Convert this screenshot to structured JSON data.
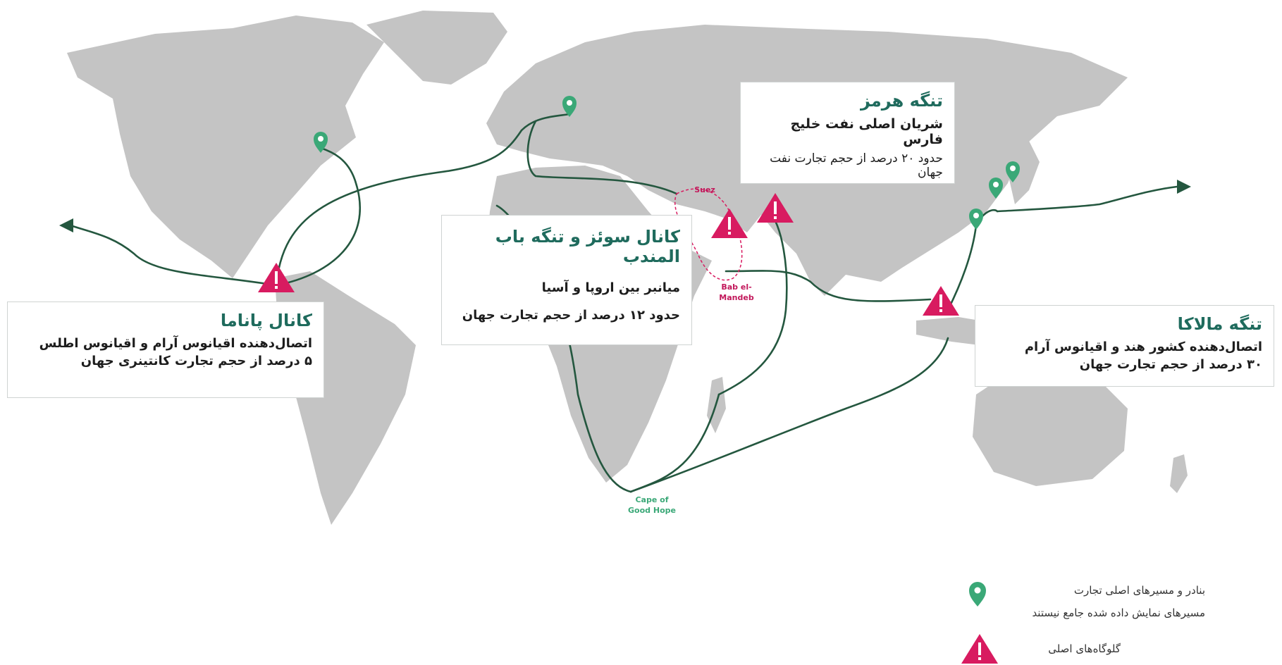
{
  "colors": {
    "land": "#c4c4c4",
    "route": "#24573f",
    "port_pin": "#3aa877",
    "chokepoint": "#d81b60",
    "title": "#1f6b5d",
    "label_green": "#3aa877",
    "label_pink": "#c2185b"
  },
  "icons": {
    "port": "map-pin-icon",
    "chokepoint": "warning-triangle-icon",
    "arrow": "arrowhead-icon"
  },
  "boxes": {
    "hormuz": {
      "title": "تنگه هرمز",
      "subtitle": "شریان اصلی نفت خلیج فارس",
      "detail": "حدود ۲۰ درصد از حجم تجارت نفت جهان"
    },
    "suez": {
      "title": "کانال سوئز و تنگه باب المندب",
      "line1": "میانبر بین اروپا و آسیا",
      "line2": "حدود ۱۲ درصد از حجم تجارت جهان"
    },
    "panama": {
      "title": "کانال پاناما",
      "line1": "اتصال‌دهنده اقیانوس آرام و اقیانوس اطلس",
      "line2": "۵ درصد از حجم تجارت کانتینری جهان"
    },
    "malacca": {
      "title": "تنگه مالاکا",
      "line1": "اتصال‌دهنده کشور هند و اقیانوس آرام",
      "line2": "۳۰ درصد از حجم تجارت جهان"
    }
  },
  "labels": {
    "suez": "Suez",
    "bab_line1": "Bab el-",
    "bab_line2": "Mandeb",
    "cape_line1": "Cape of",
    "cape_line2": "Good Hope"
  },
  "legend": {
    "ports_line1": "بنادر و مسیرهای اصلی تجارت",
    "ports_line2": "مسیرهای نمایش داده شده جامع نیستند",
    "chokepoints": "گلوگاه‌های اصلی"
  }
}
